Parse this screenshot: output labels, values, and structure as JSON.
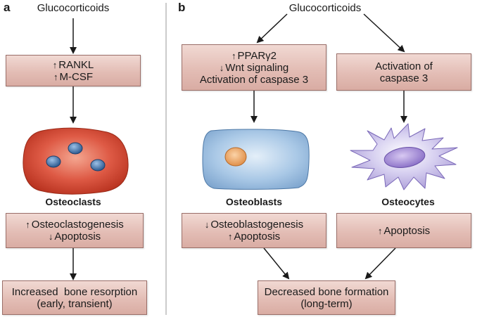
{
  "panel_a": {
    "letter": "a",
    "source": "Glucocorticoids",
    "box1": {
      "line1": {
        "arrow": "↑",
        "text": "RANKL"
      },
      "line2": {
        "arrow": "↑",
        "text": "M-CSF"
      }
    },
    "cell_label": "Osteoclasts",
    "box2": {
      "line1": {
        "arrow": "↑",
        "text": "Osteoclastogenesis"
      },
      "line2": {
        "arrow": "↓",
        "text": "Apoptosis"
      }
    },
    "box3": {
      "line1": "Increased  bone resorption",
      "line2": "(early, transient)"
    }
  },
  "panel_b": {
    "letter": "b",
    "source": "Glucocorticoids",
    "box_left": {
      "line1": {
        "arrow": "↑",
        "text": "PPARγ2"
      },
      "line2": {
        "arrow": "↓",
        "text": "Wnt signaling"
      },
      "line3": "Activation of caspase 3"
    },
    "box_right": {
      "line1": "Activation of",
      "line2": "caspase 3"
    },
    "cell_left_label": "Osteoblasts",
    "cell_right_label": "Osteocytes",
    "box_left_effects": {
      "line1": {
        "arrow": "↓",
        "text": "Osteoblastogenesis"
      },
      "line2": {
        "arrow": "↑",
        "text": "Apoptosis"
      }
    },
    "box_right_effects": {
      "line1": {
        "arrow": "↑",
        "text": "Apoptosis"
      }
    },
    "box_bottom": {
      "line1": "Decreased bone formation",
      "line2": "(long-term)"
    }
  },
  "colors": {
    "box_fill": "#e3bdb5",
    "box_border": "#9a6e68",
    "osteoclast": "#d9503b",
    "osteoblast": "#a9c8e6",
    "osteoblast_nucleus": "#f0a868",
    "osteocyte": "#c7bde8",
    "nucleus_blue": "#3d6fa8"
  }
}
